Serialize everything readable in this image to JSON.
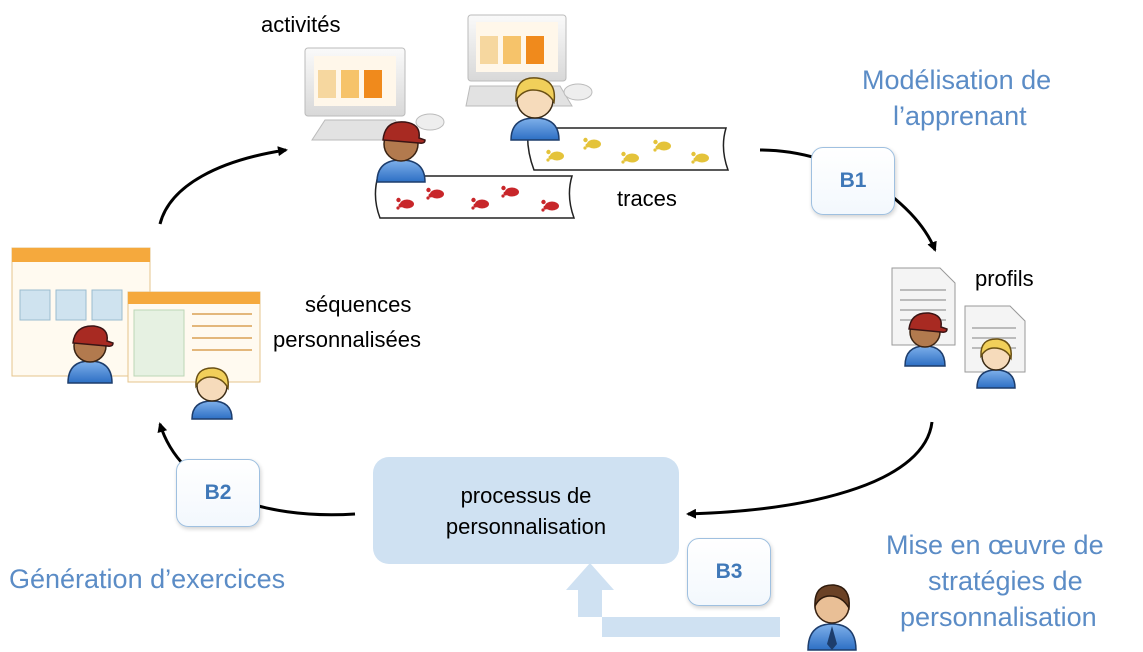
{
  "labels": {
    "activities": "activités",
    "traces": "traces",
    "profiles": "profils",
    "sequences_line1": "séquences",
    "sequences_line2": "personnalisées"
  },
  "blue_labels": {
    "b1_title_line1": "Modélisation de",
    "b1_title_line2": "l’apprenant",
    "b2_title": "Génération d’exercices",
    "b3_title_line1": "Mise en œuvre de",
    "b3_title_line2": "stratégies de",
    "b3_title_line3": "personnalisation"
  },
  "badges": {
    "b1": "B1",
    "b2": "B2",
    "b3": "B3"
  },
  "process": {
    "line1": "processus de",
    "line2": "personnalisation"
  },
  "colors": {
    "blue_text": "#5b8cc6",
    "process_fill": "#cfe1f2",
    "badge_text": "#3f78b8",
    "red_footprint": "#c8262a",
    "yellow_footprint": "#e4c33a",
    "arrow": "#000000"
  },
  "icons": [
    "computer-icon",
    "learner-red-cap-icon",
    "learner-blonde-icon",
    "document-icon",
    "teacher-icon",
    "footprints-icon"
  ]
}
